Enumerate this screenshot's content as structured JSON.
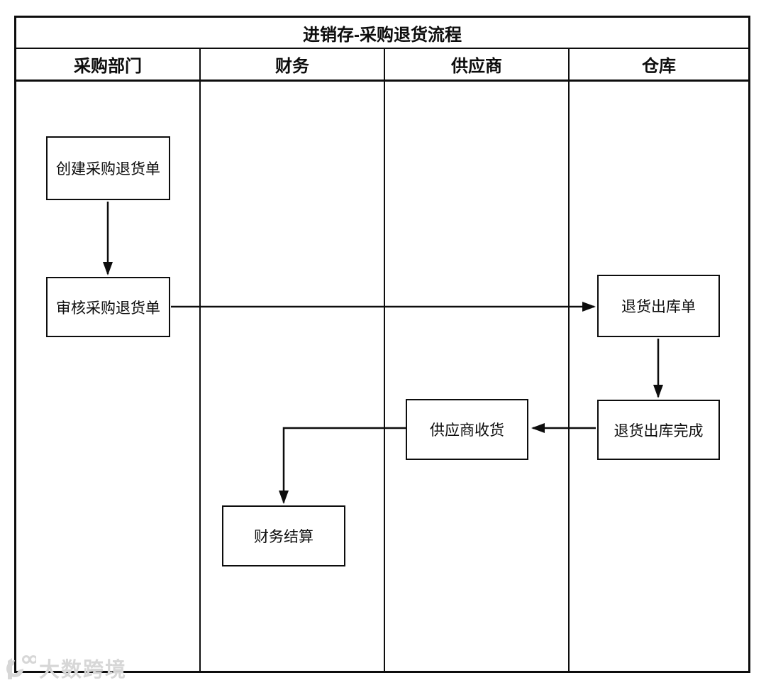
{
  "diagram": {
    "title": "进销存-采购退货流程",
    "type": "swimlane-flowchart",
    "colors": {
      "line": "#0d0d0d",
      "background": "#ffffff",
      "text": "#0d0d0d",
      "watermark": "#d7d7d7"
    },
    "lanes": [
      {
        "label": "采购部门"
      },
      {
        "label": "财务"
      },
      {
        "label": "供应商"
      },
      {
        "label": "仓库"
      }
    ],
    "nodes": [
      {
        "id": "create-purchase-return",
        "label": "创建采购退货单",
        "lane": "采购部门"
      },
      {
        "id": "review-purchase-return",
        "label": "审核采购退货单",
        "lane": "采购部门"
      },
      {
        "id": "return-outbound-order",
        "label": "退货出库单",
        "lane": "仓库"
      },
      {
        "id": "return-outbound-complete",
        "label": "退货出库完成",
        "lane": "仓库"
      },
      {
        "id": "supplier-receive",
        "label": "供应商收货",
        "lane": "供应商"
      },
      {
        "id": "finance-settlement",
        "label": "财务结算",
        "lane": "财务"
      }
    ],
    "edges": [
      {
        "from": "create-purchase-return",
        "to": "review-purchase-return"
      },
      {
        "from": "review-purchase-return",
        "to": "return-outbound-order"
      },
      {
        "from": "return-outbound-order",
        "to": "return-outbound-complete"
      },
      {
        "from": "return-outbound-complete",
        "to": "supplier-receive"
      },
      {
        "from": "supplier-receive",
        "to": "finance-settlement"
      }
    ]
  },
  "watermark": {
    "text": "大数跨境"
  }
}
